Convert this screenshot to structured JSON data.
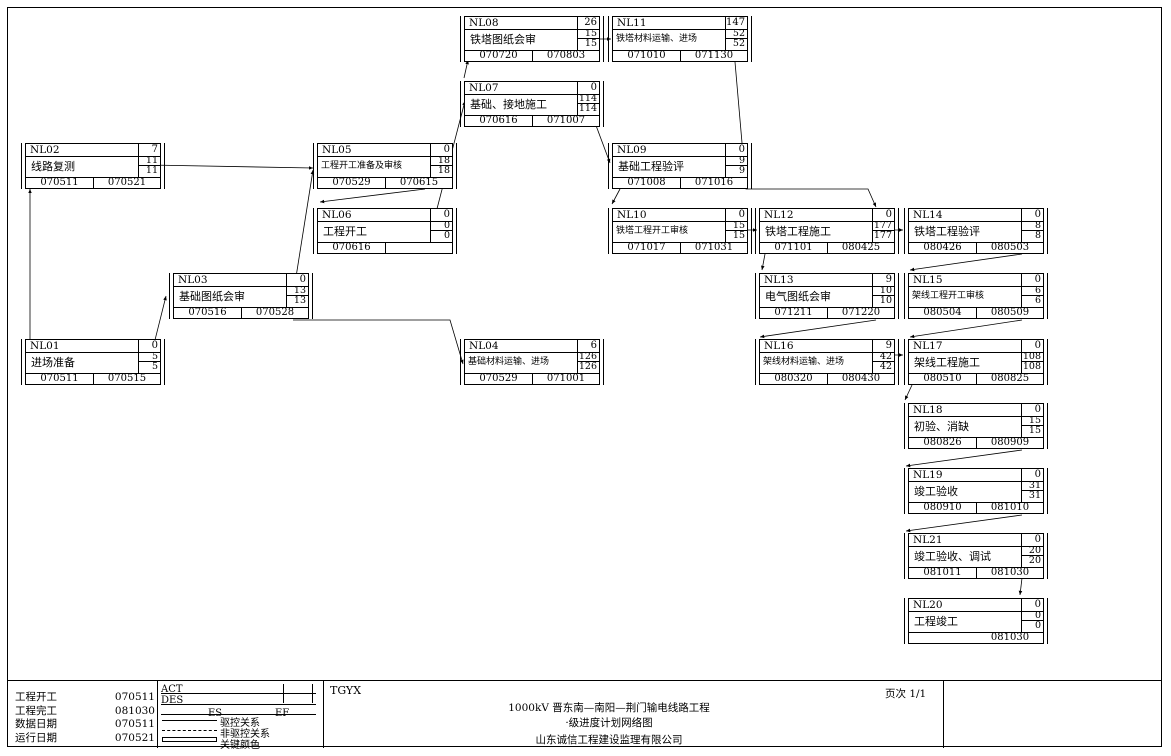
{
  "nodes": [
    {
      "key": "NL01",
      "id": "NL01",
      "name": "进场准备",
      "dur": "0",
      "f1": "5",
      "f2": "5",
      "es": "070511",
      "ef": "070515",
      "small": false
    },
    {
      "key": "NL02",
      "id": "NL02",
      "name": "线路复测",
      "dur": "7",
      "f1": "11",
      "f2": "11",
      "es": "070511",
      "ef": "070521",
      "small": false
    },
    {
      "key": "NL03",
      "id": "NL03",
      "name": "基础图纸会审",
      "dur": "0",
      "f1": "13",
      "f2": "13",
      "es": "070516",
      "ef": "070528",
      "small": false
    },
    {
      "key": "NL05",
      "id": "NL05",
      "name": "工程开工准备及审核",
      "dur": "0",
      "f1": "18",
      "f2": "18",
      "es": "070529",
      "ef": "070615",
      "small": true
    },
    {
      "key": "NL06",
      "id": "NL06",
      "name": "工程开工",
      "dur": "0",
      "f1": "0",
      "f2": "0",
      "es": "070616",
      "ef": "",
      "small": false
    },
    {
      "key": "NL04",
      "id": "NL04",
      "name": "基础材料运输、进场",
      "dur": "6",
      "f1": "126",
      "f2": "126",
      "es": "070529",
      "ef": "071001",
      "small": true
    },
    {
      "key": "NL08",
      "id": "NL08",
      "name": "铁塔图纸会审",
      "dur": "26",
      "f1": "15",
      "f2": "15",
      "es": "070720",
      "ef": "070803",
      "small": false
    },
    {
      "key": "NL07",
      "id": "NL07",
      "name": "基础、接地施工",
      "dur": "0",
      "f1": "114",
      "f2": "114",
      "es": "070616",
      "ef": "071007",
      "small": false
    },
    {
      "key": "NL11",
      "id": "NL11",
      "name": "铁塔材料运输、进场",
      "dur": "147",
      "f1": "52",
      "f2": "52",
      "es": "071010",
      "ef": "071130",
      "small": true
    },
    {
      "key": "NL09",
      "id": "NL09",
      "name": "基础工程验评",
      "dur": "0",
      "f1": "9",
      "f2": "9",
      "es": "071008",
      "ef": "071016",
      "small": false
    },
    {
      "key": "NL10",
      "id": "NL10",
      "name": "铁塔工程开工审核",
      "dur": "0",
      "f1": "15",
      "f2": "15",
      "es": "071017",
      "ef": "071031",
      "small": true
    },
    {
      "key": "NL12",
      "id": "NL12",
      "name": "铁塔工程施工",
      "dur": "0",
      "f1": "177",
      "f2": "177",
      "es": "071101",
      "ef": "080425",
      "small": false
    },
    {
      "key": "NL13",
      "id": "NL13",
      "name": "电气图纸会审",
      "dur": "9",
      "f1": "10",
      "f2": "10",
      "es": "071211",
      "ef": "071220",
      "small": false
    },
    {
      "key": "NL16",
      "id": "NL16",
      "name": "架线材料运输、进场",
      "dur": "9",
      "f1": "42",
      "f2": "42",
      "es": "080320",
      "ef": "080430",
      "small": true
    },
    {
      "key": "NL14",
      "id": "NL14",
      "name": "铁塔工程验评",
      "dur": "0",
      "f1": "8",
      "f2": "8",
      "es": "080426",
      "ef": "080503",
      "small": false
    },
    {
      "key": "NL15",
      "id": "NL15",
      "name": "架线工程开工审核",
      "dur": "0",
      "f1": "6",
      "f2": "6",
      "es": "080504",
      "ef": "080509",
      "small": true
    },
    {
      "key": "NL17",
      "id": "NL17",
      "name": "架线工程施工",
      "dur": "0",
      "f1": "108",
      "f2": "108",
      "es": "080510",
      "ef": "080825",
      "small": false
    },
    {
      "key": "NL18",
      "id": "NL18",
      "name": "初验、消缺",
      "dur": "0",
      "f1": "15",
      "f2": "15",
      "es": "080826",
      "ef": "080909",
      "small": false
    },
    {
      "key": "NL19",
      "id": "NL19",
      "name": "竣工验收",
      "dur": "0",
      "f1": "31",
      "f2": "31",
      "es": "080910",
      "ef": "081010",
      "small": false
    },
    {
      "key": "NL21",
      "id": "NL21",
      "name": "竣工验收、调试",
      "dur": "0",
      "f1": "20",
      "f2": "20",
      "es": "081011",
      "ef": "081030",
      "small": false
    },
    {
      "key": "NL20",
      "id": "NL20",
      "name": "工程竣工",
      "dur": "0",
      "f1": "0",
      "f2": "0",
      "es": "",
      "ef": "081030",
      "small": false
    }
  ],
  "footer": {
    "info": [
      {
        "k": "工程开工",
        "v": "070511"
      },
      {
        "k": "工程完工",
        "v": "081030"
      },
      {
        "k": "数据日期",
        "v": "070511"
      },
      {
        "k": "运行日期",
        "v": "070521"
      }
    ],
    "legend": {
      "act": "ACT",
      "des": "DES",
      "es": "ES",
      "ef": "EF",
      "drive": "驱控关系",
      "nondrive": "非驱控关系",
      "key": "关键颜色"
    },
    "code": "TGYX",
    "title1": "1000kV 晋东南—南阳—荆门输电线路工程",
    "title2": "·级进度计划网络图",
    "title3": "山东诚信工程建设监理有限公司",
    "page": "页次 1/1"
  }
}
